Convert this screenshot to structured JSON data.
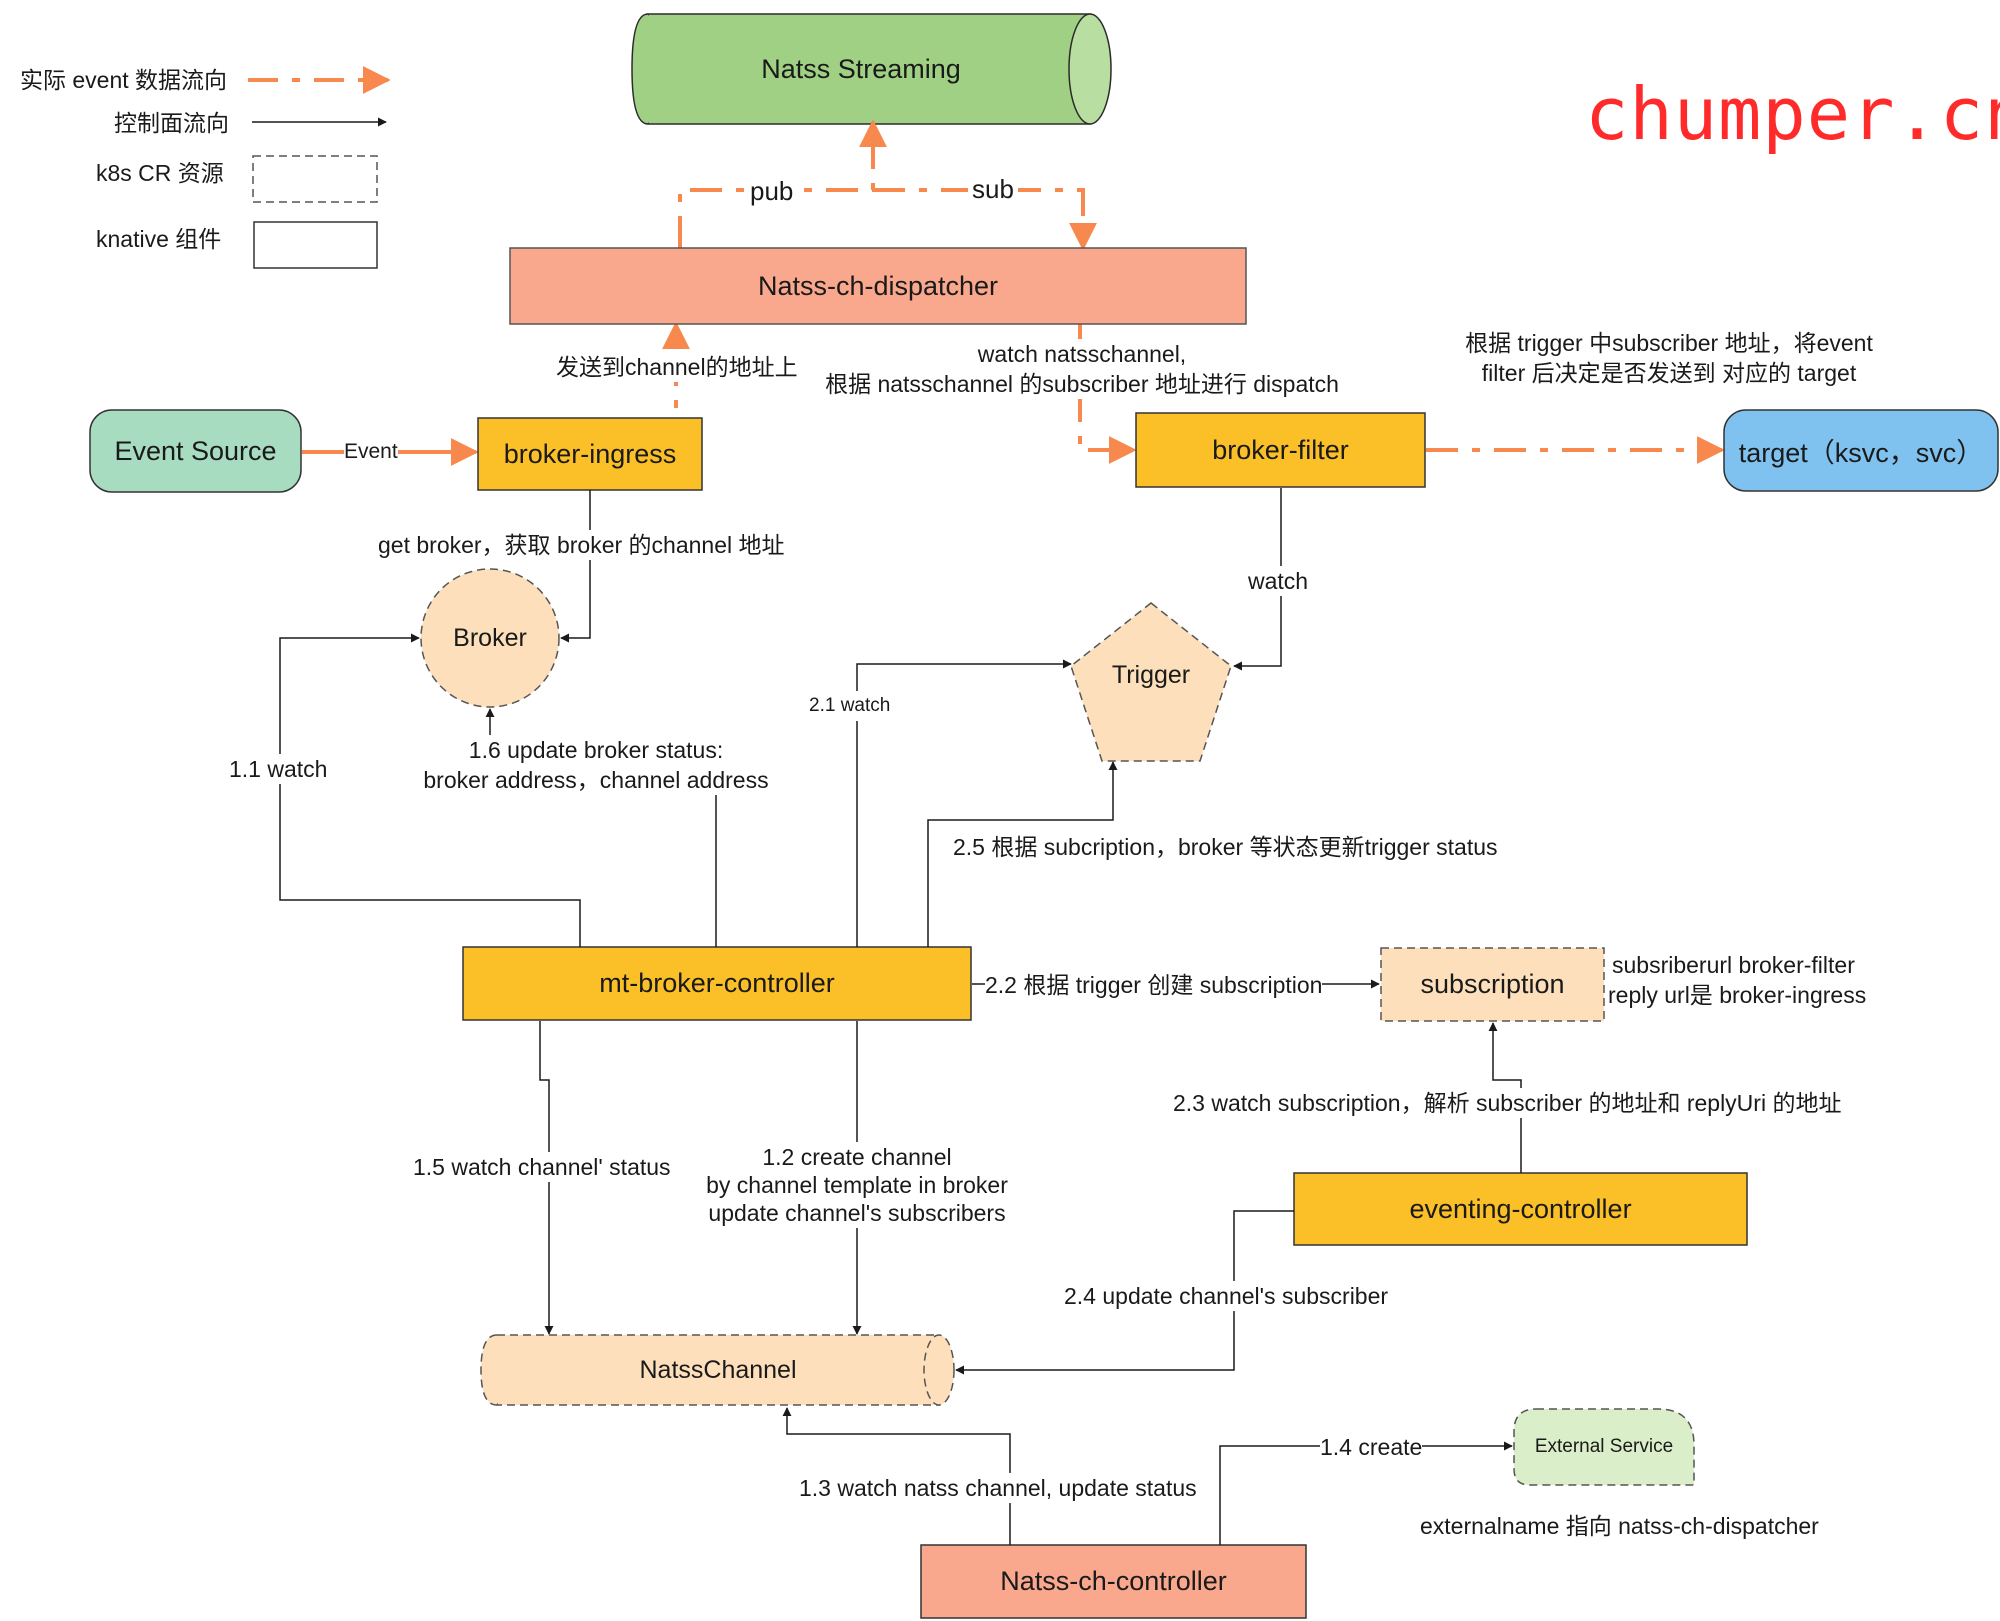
{
  "watermark": "chumper.cn",
  "colors": {
    "event_flow": "#f7894f",
    "control_flow": "#1a1a1a",
    "knative_component": "#fbbf27",
    "cr_resource": "#fde0bb",
    "nats_component": "#f9a88e",
    "nats_streaming": "#9fd083",
    "event_source": "#a8dcc1",
    "target": "#7fc2ef",
    "external_service": "#d9eec9"
  },
  "legend": {
    "event_flow": "实际 event 数据流向",
    "control_flow": "控制面流向",
    "cr_resource": "k8s CR 资源",
    "knative_component": "knative 组件"
  },
  "nodes": {
    "nats_streaming": "Natss Streaming",
    "dispatcher": "Natss-ch-dispatcher",
    "event_source": "Event Source",
    "broker_ingress": "broker-ingress",
    "broker_filter": "broker-filter",
    "target": "target（ksvc，svc）",
    "broker": "Broker",
    "trigger": "Trigger",
    "mt_broker_controller": "mt-broker-controller",
    "subscription": "subscription",
    "eventing_controller": "eventing-controller",
    "natss_channel": "NatssChannel",
    "external_service": "External Service",
    "natss_ch_controller": "Natss-ch-controller"
  },
  "edges": {
    "pub": "pub",
    "sub": "sub",
    "send_to_channel": "发送到channel的地址上",
    "watch_natsschannel_1": "watch natsschannel,",
    "watch_natsschannel_2": "根据 natsschannel 的subscriber 地址进行 dispatch",
    "filter_note_1": "根据 trigger 中subscriber 地址，将event",
    "filter_note_2": "filter 后决定是否发送到 对应的 target",
    "event": "Event",
    "get_broker": "get broker，获取 broker 的channel 地址",
    "watch": "watch",
    "watch_1_1": "1.1 watch",
    "update_broker_1": "1.6 update broker status:",
    "update_broker_2": "broker address，channel address",
    "watch_2_1": "2.1 watch",
    "update_trigger": "2.5 根据 subcription，broker 等状态更新trigger status",
    "create_subscription": "2.2 根据 trigger 创建 subscription",
    "subscription_note_1": "subsriberurl broker-filter",
    "subscription_note_2": "reply url是 broker-ingress",
    "watch_subscription": "2.3 watch subscription，解析 subscriber 的地址和 replyUri 的地址",
    "watch_channel_status": "1.5 watch channel' status",
    "create_channel_1": "1.2 create channel",
    "create_channel_2": "by channel template in broker",
    "create_channel_3": "update channel's subscribers",
    "update_channel_subscriber": "2.4 update channel's subscriber",
    "create_1_4": "1.4 create",
    "watch_natss_channel": "1.3 watch natss channel, update status",
    "externalname_note": "externalname 指向 natss-ch-dispatcher"
  }
}
